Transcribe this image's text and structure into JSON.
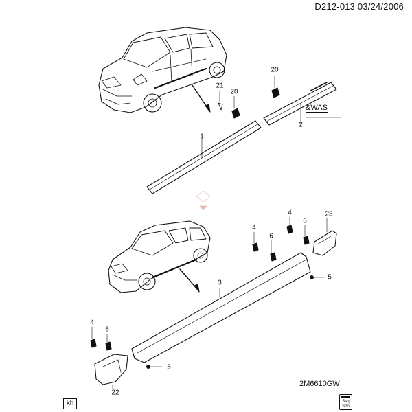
{
  "header": {
    "code": "D212-013",
    "date": "03/24/2006"
  },
  "footer": {
    "reference": "2M6610GW",
    "tag": "kh",
    "logo_text": "Ssq Spo"
  },
  "note": {
    "was": "&WAS"
  },
  "callouts": {
    "c1": "1",
    "c2": "2",
    "c3": "3",
    "c4a": "4",
    "c4b": "4",
    "c4c": "4",
    "c5a": "5",
    "c5b": "5",
    "c6a": "6",
    "c6b": "6",
    "c6c": "6",
    "c20a": "20",
    "c20b": "20",
    "c21": "21",
    "c22": "22",
    "c23": "23"
  }
}
